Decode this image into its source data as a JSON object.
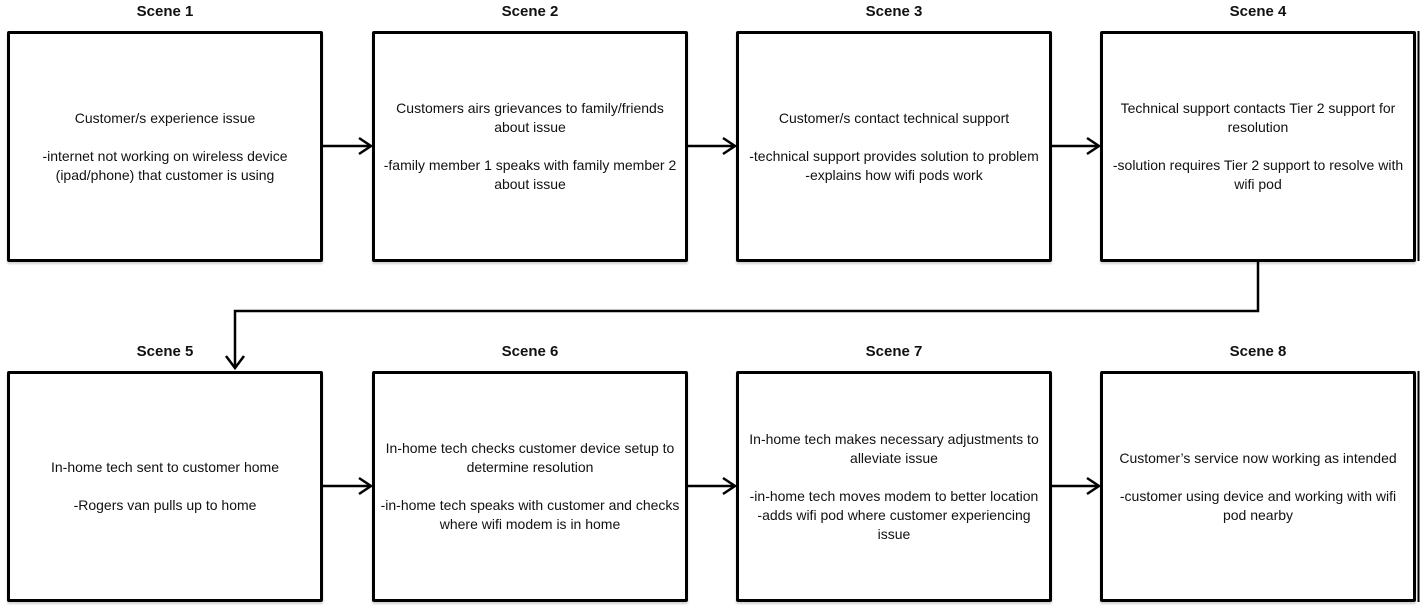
{
  "diagram": {
    "type": "storyboard-flowchart",
    "colors": {
      "background": "#ffffff",
      "box_fill": "#ffffff",
      "box_border": "#000000",
      "text": "#111111",
      "arrow": "#000000"
    },
    "scenes": [
      {
        "title": "Scene 1",
        "heading": "Customer/s experience issue",
        "notes": "-internet not working on wireless device (ipad/phone) that customer is using"
      },
      {
        "title": "Scene 2",
        "heading": "Customers airs grievances to family/friends about issue",
        "notes": "-family member 1 speaks with family member 2 about issue"
      },
      {
        "title": "Scene 3",
        "heading": "Customer/s contact technical support",
        "notes": "-technical support provides solution to problem\n-explains how wifi pods work"
      },
      {
        "title": "Scene 4",
        "heading": "Technical support contacts Tier 2 support for resolution",
        "notes": "-solution requires Tier 2 support to resolve with wifi pod"
      },
      {
        "title": "Scene 5",
        "heading": "In-home tech sent to customer home",
        "notes": "-Rogers van pulls up to home"
      },
      {
        "title": "Scene 6",
        "heading": "In-home tech checks customer device setup to determine resolution",
        "notes": "-in-home tech speaks with customer and checks where wifi modem is in home"
      },
      {
        "title": "Scene 7",
        "heading": "In-home tech makes necessary adjustments to alleviate issue",
        "notes": "-in-home tech moves modem to better location\n-adds wifi pod where customer experiencing issue"
      },
      {
        "title": "Scene 8",
        "heading": "Customer’s service now working as intended",
        "notes": "-customer using device and working with wifi pod nearby"
      }
    ],
    "connections": [
      {
        "from": "Scene 1",
        "to": "Scene 2",
        "style": "straight-arrow"
      },
      {
        "from": "Scene 2",
        "to": "Scene 3",
        "style": "straight-arrow"
      },
      {
        "from": "Scene 3",
        "to": "Scene 4",
        "style": "straight-arrow"
      },
      {
        "from": "Scene 4",
        "to": "Scene 5",
        "style": "elbow-arrow"
      },
      {
        "from": "Scene 5",
        "to": "Scene 6",
        "style": "straight-arrow"
      },
      {
        "from": "Scene 6",
        "to": "Scene 7",
        "style": "straight-arrow"
      },
      {
        "from": "Scene 7",
        "to": "Scene 8",
        "style": "straight-arrow"
      }
    ]
  }
}
